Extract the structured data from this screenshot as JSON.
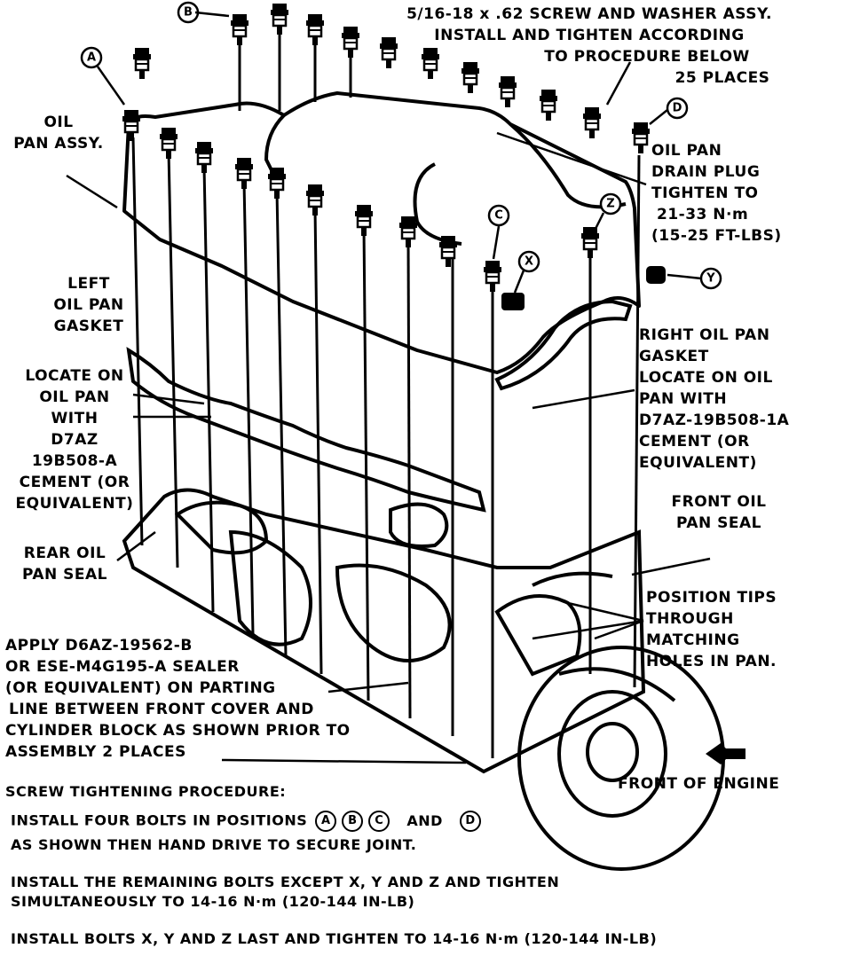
{
  "labels": {
    "screw_spec": [
      "5/16-18 x .62 SCREW AND WASHER ASSY.",
      "INSTALL AND TIGHTEN ACCORDING",
      "TO PROCEDURE BELOW",
      "25 PLACES"
    ],
    "oil_pan_assy": [
      "OIL",
      "PAN ASSY."
    ],
    "drain_plug": [
      "OIL PAN",
      "DRAIN PLUG",
      "TIGHTEN TO",
      "21-33 N·m",
      "(15-25 FT-LBS)"
    ],
    "left_gasket": [
      "LEFT",
      "OIL PAN",
      "GASKET"
    ],
    "locate_left": [
      "LOCATE ON",
      "OIL PAN",
      "WITH",
      "D7AZ",
      "19B508-A",
      "CEMENT (OR",
      "EQUIVALENT)"
    ],
    "right_gasket": [
      "RIGHT OIL PAN",
      "GASKET",
      "LOCATE ON OIL",
      "PAN WITH",
      "D7AZ-19B508-1A",
      "CEMENT (OR",
      "EQUIVALENT)"
    ],
    "front_seal": [
      "FRONT OIL",
      "PAN SEAL"
    ],
    "rear_seal": [
      "REAR OIL",
      "PAN SEAL"
    ],
    "position_tips": [
      "POSITION TIPS",
      "THROUGH",
      "MATCHING",
      "HOLES IN PAN."
    ],
    "apply_sealer": [
      "APPLY D6AZ-19562-B",
      "OR ESE-M4G195-A SEALER",
      "(OR EQUIVALENT) ON PARTING",
      "LINE BETWEEN FRONT COVER AND",
      "CYLINDER BLOCK AS SHOWN PRIOR TO",
      "ASSEMBLY 2 PLACES"
    ],
    "front_engine": "FRONT OF ENGINE"
  },
  "bubbles": {
    "a": "A",
    "b": "B",
    "c": "C",
    "d": "D",
    "x": "X",
    "y": "Y",
    "z": "Z"
  },
  "procedure": {
    "heading": "SCREW TIGHTENING PROCEDURE:",
    "step1_pre": "INSTALL FOUR BOLTS IN POSITIONS",
    "step1_and": "AND",
    "step1_line2": "AS SHOWN THEN HAND DRIVE TO SECURE JOINT.",
    "step2": [
      "INSTALL THE REMAINING BOLTS EXCEPT X, Y AND Z AND TIGHTEN",
      "SIMULTANEOUSLY TO 14-16 N·m (120-144 IN-LB)"
    ],
    "step3": "INSTALL BOLTS X, Y AND Z LAST AND TIGHTEN TO 14-16 N·m (120-144 IN-LB)"
  }
}
